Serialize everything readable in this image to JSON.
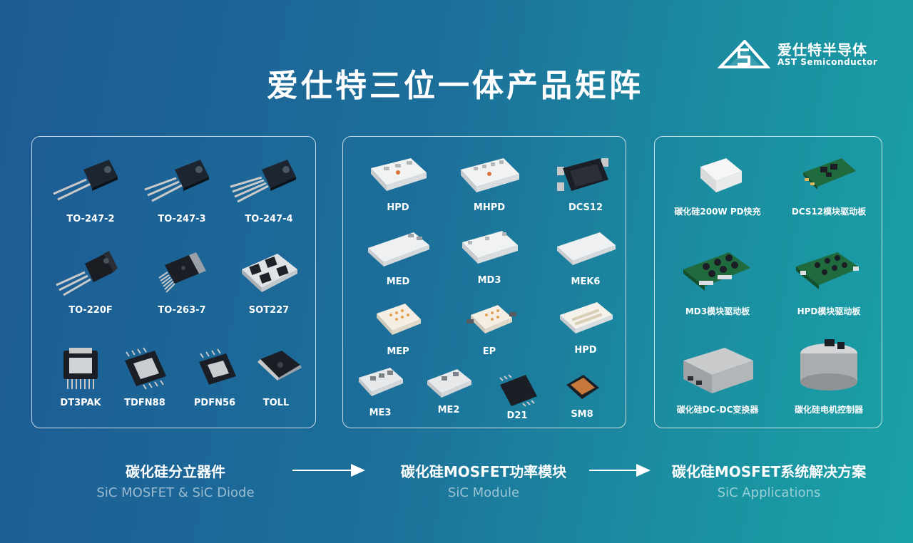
{
  "title": "爱仕特三位一体产品矩阵",
  "logo": {
    "cn": "爱仕特半导体",
    "en": "AST Semiconductor"
  },
  "discrete": {
    "items": [
      "TO-247-2",
      "TO-247-3",
      "TO-247-4",
      "TO-220F",
      "TO-263-7",
      "SOT227",
      "DT3PAK",
      "TDFN88",
      "PDFN56",
      "TOLL"
    ]
  },
  "module": {
    "items": [
      "HPD",
      "MHPD",
      "DCS12",
      "MED",
      "MD3",
      "MEK6",
      "MEP",
      "EP",
      "HPD",
      "ME3",
      "ME2",
      "D21",
      "SM8"
    ]
  },
  "system": {
    "items": [
      "碳化硅200W PD快充",
      "DCS12模块驱动板",
      "MD3模块驱动板",
      "HPD模块驱动板",
      "碳化硅DC-DC变换器",
      "碳化硅电机控制器"
    ]
  },
  "categories": [
    {
      "cn": "碳化硅分立器件",
      "en": "SiC MOSFET & SiC Diode"
    },
    {
      "cn": "碳化硅MOSFET功率模块",
      "en": "SiC Module"
    },
    {
      "cn": "碳化硅MOSFET系统解决方案",
      "en": "SiC Applications"
    }
  ],
  "colors": {
    "bg_left": "#1d5a93",
    "bg_right": "#1aa2a6",
    "panel_border": "#ffffff"
  }
}
